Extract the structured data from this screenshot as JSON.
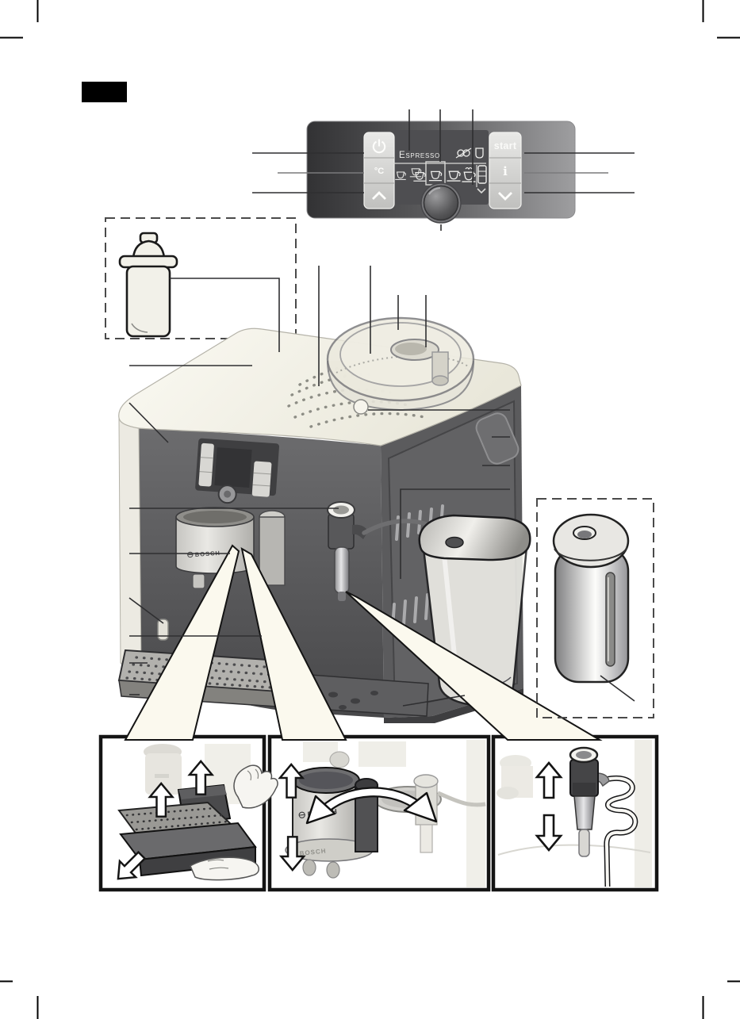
{
  "brand": {
    "name": "BOSCH"
  },
  "control_panel": {
    "left_buttons": [
      {
        "id": "power",
        "label": "",
        "icon": "power-icon"
      },
      {
        "id": "temperature",
        "label": "°C",
        "icon": ""
      },
      {
        "id": "up",
        "label": "",
        "icon": "chevron-up-icon"
      }
    ],
    "right_buttons": [
      {
        "id": "start",
        "label": "start",
        "icon": ""
      },
      {
        "id": "info",
        "label": "i",
        "icon": ""
      },
      {
        "id": "down",
        "label": "",
        "icon": "chevron-down-icon"
      }
    ],
    "display": {
      "mode_text": "Espresso",
      "status_icons": [
        "froth-off-icon",
        "small-cup-icon"
      ],
      "drink_icons": [
        "espresso-cup-icon",
        "double-espresso-cup-icon",
        "coffee-cup-icon",
        "large-cup-icon",
        "cappuccino-cup-icon"
      ],
      "selected_drink_index": 2,
      "side_icons": [
        "latte-macchiato-glass-icon",
        "scroll-down-chevron-icon"
      ]
    },
    "knob": {
      "id": "rotary-knob"
    }
  },
  "figure": {
    "accessories": [
      "water-filter-cartridge",
      "milk-container",
      "milk-jug"
    ],
    "detail_views": [
      {
        "id": "drip-tray-removal",
        "arrows": [
          "up",
          "up",
          "pull-out"
        ]
      },
      {
        "id": "coffee-outlet-swivel",
        "arrows": [
          "up",
          "down",
          "swivel"
        ]
      },
      {
        "id": "milk-frother-height",
        "arrows": [
          "up",
          "down"
        ]
      }
    ],
    "colors": {
      "body_dark": "#56565a",
      "body_cream": "#f4f2e9",
      "panel_dark": "#38383a",
      "panel_light": "#a0a0a2",
      "button_face": "#d9d9d7",
      "wedge": "#fbf9ee",
      "line": "#2f2f31"
    }
  }
}
